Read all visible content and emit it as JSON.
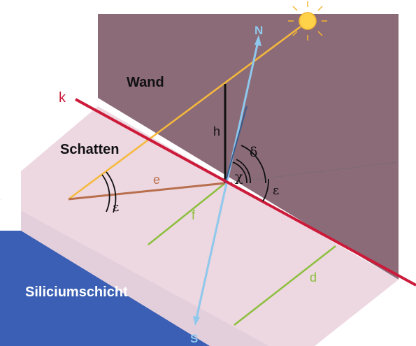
{
  "labels": {
    "wall": "Wand",
    "shadow": "Schatten",
    "silicon_layer": "Siliciumschicht",
    "line_k": "k",
    "north": "N",
    "south": "S",
    "height": "h",
    "shadow_length": "e",
    "distance_f": "f",
    "distance_d": "d",
    "angle_delta": "δ",
    "angle_chi": "χ",
    "angle_epsilon_wall": "ε",
    "angle_epsilon_shadow": "ε"
  },
  "icons": {
    "sun": "sun-icon"
  },
  "colors": {
    "wall": "#8c6b78",
    "shadow_plane": "#ecd5de",
    "silicon_layer": "#3a5fb4",
    "line_k": "#cc1a3a",
    "sun_ray": "#f6b93b",
    "meridian": "#8ec8ec",
    "shadow_line": "#b86f4d",
    "guide_lines": "#8cbf3e",
    "height_line": "#111111",
    "sun": "#ffd24a"
  }
}
